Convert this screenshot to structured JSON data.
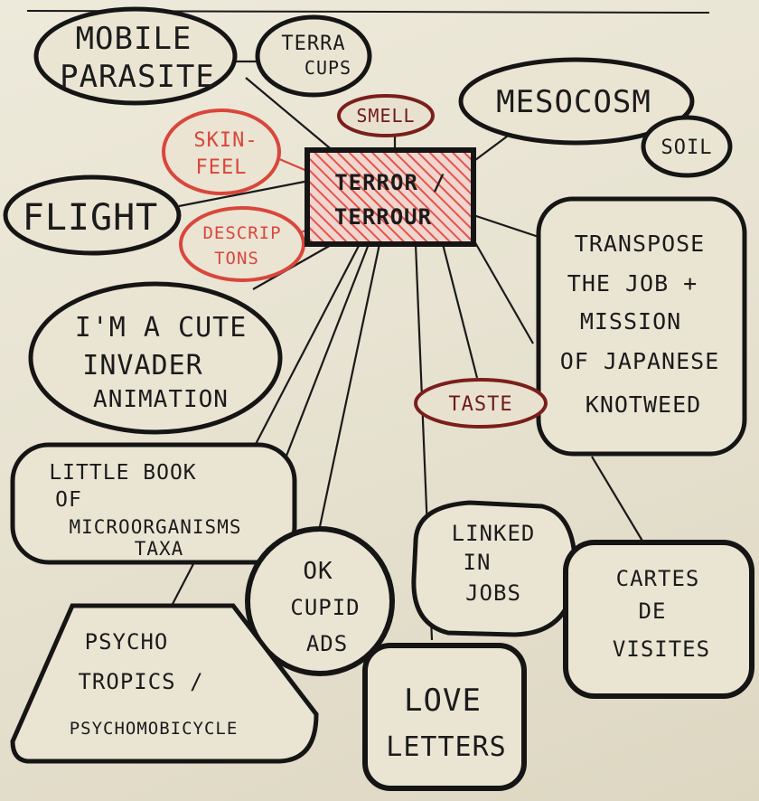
{
  "center": {
    "lines": [
      "TERROR /",
      "TERROUR"
    ]
  },
  "nodes": {
    "mobile_parasite": {
      "lines": [
        "MOBILE",
        "PARASITE"
      ]
    },
    "terra_cups": {
      "lines": [
        "TERRA",
        "CUPS"
      ]
    },
    "smell": {
      "lines": [
        "SMELL"
      ]
    },
    "mesocosm": {
      "lines": [
        "MESOCOSM"
      ]
    },
    "soil": {
      "lines": [
        "SOIL"
      ]
    },
    "skin_feel": {
      "lines": [
        "SKIN-",
        "FEEL"
      ]
    },
    "flight": {
      "lines": [
        "FLIGHT"
      ]
    },
    "descriptions": {
      "lines": [
        "DESCRIP",
        "TONS"
      ]
    },
    "transpose": {
      "lines": [
        "TRANSPOSE",
        "THE JOB +",
        "MISSION",
        "OF JAPANESE",
        "KNOTWEED"
      ]
    },
    "cute_invader": {
      "lines": [
        "I'M A CUTE",
        "INVADER",
        "ANIMATION"
      ]
    },
    "taste": {
      "lines": [
        "TASTE"
      ]
    },
    "little_book": {
      "lines": [
        "LITTLE BOOK",
        "OF",
        "MICROORGANISMS",
        "TAXA"
      ]
    },
    "linked_in": {
      "lines": [
        "LINKED",
        "IN",
        "JOBS"
      ]
    },
    "ok_cupid": {
      "lines": [
        "OK",
        "CUPID",
        "ADS"
      ]
    },
    "cartes": {
      "lines": [
        "CARTES",
        "DE",
        "VISITES"
      ]
    },
    "psycho": {
      "lines": [
        "PSYCHO",
        "TROPICS /",
        "PSYCHOMOBICYCLE"
      ]
    },
    "love_letters": {
      "lines": [
        "LOVE",
        "LETTERS"
      ]
    }
  }
}
